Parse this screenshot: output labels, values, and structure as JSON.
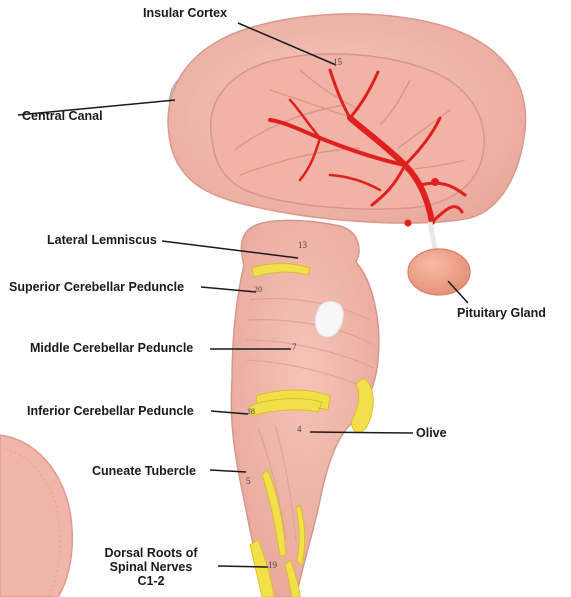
{
  "labels": {
    "insular_cortex": "Insular Cortex",
    "central_canal": "Central Canal",
    "lateral_lemniscus": "Lateral Lemniscus",
    "superior_cerebellar_peduncle": "Superior Cerebellar Peduncle",
    "pituitary_gland": "Pituitary Gland",
    "middle_cerebellar_peduncle": "Middle Cerebellar Peduncle",
    "inferior_cerebellar_peduncle": "Inferior Cerebellar Peduncle",
    "olive": "Olive",
    "cuneate_tubercle": "Cuneate Tubercle",
    "dorsal_roots_line1": "Dorsal Roots of",
    "dorsal_roots_line2": "Spinal Nerves",
    "dorsal_roots_line3": "C1-2"
  },
  "model_numbers": {
    "insular": "15",
    "lemniscus": "13",
    "superior": "20",
    "middle": "7",
    "inferior": "18",
    "olive": "4",
    "cuneate": "5",
    "dorsal": "19"
  },
  "colors": {
    "tissue": "#f2b8ad",
    "tissue_dark": "#e29e92",
    "artery": "#e01f1f",
    "nerve_yellow": "#f2e04a",
    "pituitary": "#f0a48a",
    "leader_line": "#1a1a1a"
  }
}
